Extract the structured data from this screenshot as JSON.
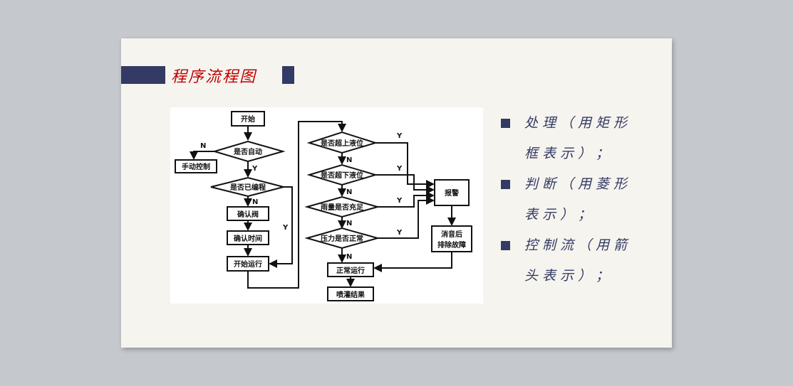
{
  "slide": {
    "title": "程序流程图",
    "colors": {
      "accent": "#333a63",
      "title": "#c00000",
      "background": "#f6f4ef"
    }
  },
  "flowchart": {
    "nodes": {
      "start": "开始",
      "is_auto": "是否自动",
      "manual_control": "手动控制",
      "is_programmed": "是否已编程",
      "confirm_valve": "确认阀",
      "confirm_time": "确认时间",
      "start_run": "开始运行",
      "over_upper_level": "是否超上液位",
      "over_lower_level": "是否超下液位",
      "rain_sufficient": "雨量是否充足",
      "pressure_normal": "压力是否正常",
      "alarm": "报警",
      "silence_line1": "消音后",
      "silence_line2": "排除故障",
      "normal_run": "正常运行",
      "spray_result": "喷灌结果"
    },
    "labels": {
      "yes": "Y",
      "no": "N"
    }
  },
  "bullets": [
    {
      "text": "处理（用矩形框表示）；"
    },
    {
      "text": "判断（用菱形表示）；"
    },
    {
      "text": "控制流（用箭头表示）；"
    }
  ]
}
